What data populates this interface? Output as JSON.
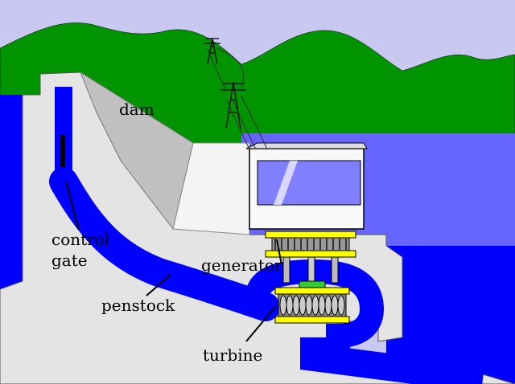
{
  "labels": {
    "dam": "dam",
    "control_gate_line1": "control",
    "control_gate_line2": "gate",
    "generator": "generator",
    "penstock": "penstock",
    "turbine": "turbine"
  },
  "colors": {
    "sky": "#c8c8f0",
    "hills": "#009400",
    "reservoir_water": "#0000ff",
    "downstream_water": "#6666ff",
    "concrete": "#e4e4e4",
    "dam_face": "#c0c0c0",
    "penstock": "#0000ff",
    "generator_brass": "#ffff00",
    "turbine_grey": "#999999",
    "outline": "#000000"
  }
}
